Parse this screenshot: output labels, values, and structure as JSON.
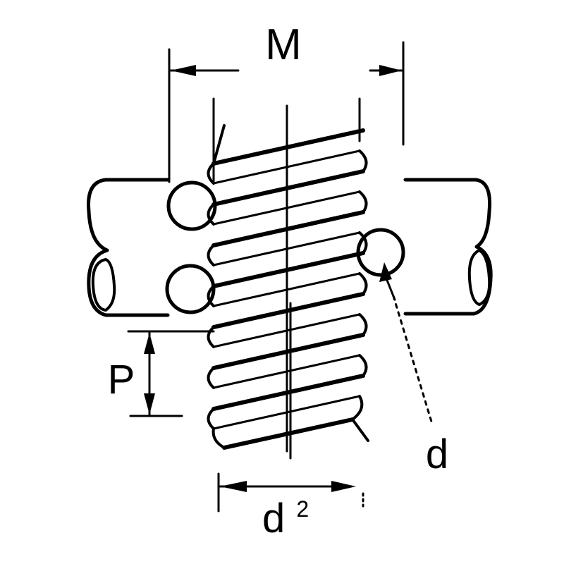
{
  "labels": {
    "m": "M",
    "p": "P",
    "d": "d",
    "d2_base": "d",
    "d2_sup": "2"
  },
  "colors": {
    "ink": "#000000",
    "background": "#ffffff"
  }
}
